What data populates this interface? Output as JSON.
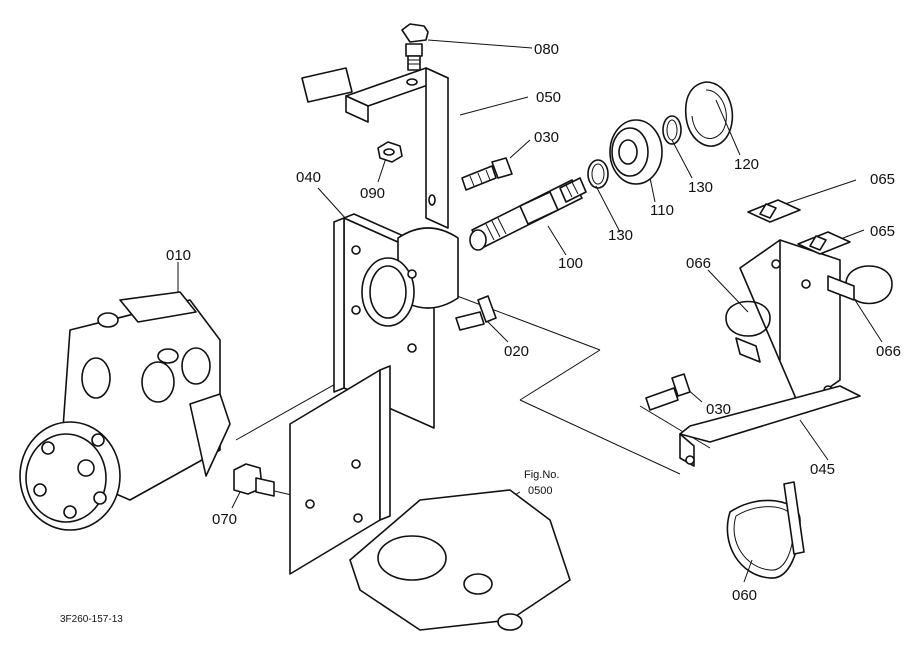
{
  "labels": {
    "p080": "080",
    "p050": "050",
    "p030a": "030",
    "p090": "090",
    "p040": "040",
    "p110": "110",
    "p130a": "130",
    "p120": "120",
    "p130b": "130",
    "p100": "100",
    "p065a": "065",
    "p065b": "065",
    "p010": "010",
    "p066a": "066",
    "p020": "020",
    "p066b": "066",
    "p030b": "030",
    "p045": "045",
    "p070": "070",
    "p060": "060"
  },
  "figure_ref": {
    "line1": "Fig.No.",
    "line2": "0500"
  },
  "drawing_code": "3F260-157-13"
}
